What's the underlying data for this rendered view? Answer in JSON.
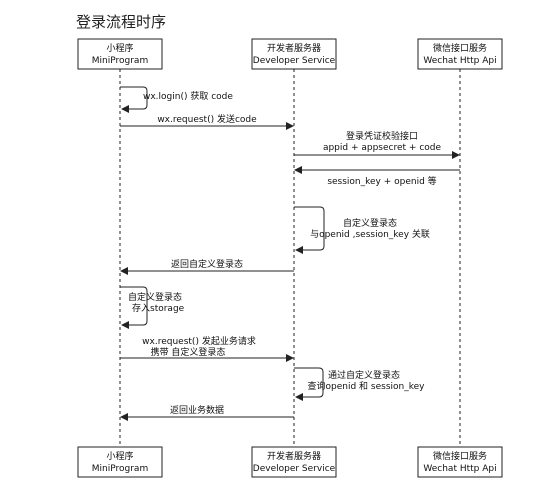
{
  "title": "登录流程时序",
  "participants": [
    {
      "line1": "小程序",
      "line2": "MiniProgram"
    },
    {
      "line1": "开发者服务器",
      "line2": "Developer Service"
    },
    {
      "line1": "微信接口服务",
      "line2": "Wechat Http Api"
    }
  ],
  "messages": [
    {
      "from": 0,
      "to": 0,
      "lines": [
        "wx.login() 获取 code"
      ]
    },
    {
      "from": 0,
      "to": 1,
      "lines": [
        "wx.request() 发送code"
      ]
    },
    {
      "from": 1,
      "to": 2,
      "lines": [
        "登录凭证校验接口",
        "appid + appsecret + code"
      ]
    },
    {
      "from": 2,
      "to": 1,
      "lines": [
        "session_key + openid 等"
      ]
    },
    {
      "from": 1,
      "to": 1,
      "lines": [
        "自定义登录态",
        "与openid ,session_key 关联"
      ]
    },
    {
      "from": 1,
      "to": 0,
      "lines": [
        "返回自定义登录态"
      ]
    },
    {
      "from": 0,
      "to": 0,
      "lines": [
        "自定义登录态",
        "存入storage"
      ]
    },
    {
      "from": 0,
      "to": 1,
      "lines": [
        "wx.request() 发起业务请求",
        "携带 自定义登录态"
      ]
    },
    {
      "from": 1,
      "to": 1,
      "lines": [
        "通过自定义登录态",
        "查询openid 和 session_key"
      ]
    },
    {
      "from": 1,
      "to": 0,
      "lines": [
        "返回业务数据"
      ]
    }
  ],
  "colors": {
    "line": "#222222",
    "box_border": "#222222",
    "box_fill": "#ffffff"
  }
}
